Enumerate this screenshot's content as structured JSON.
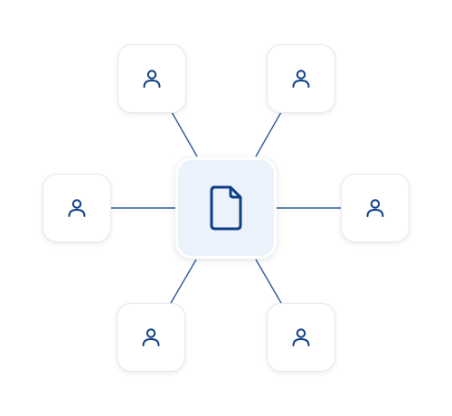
{
  "colors": {
    "icon_stroke": "#0d3f85",
    "connector": "#2c5a94",
    "center_fill": "#ecf2fb",
    "card_fill": "#ffffff"
  },
  "center": {
    "icon": "document-icon"
  },
  "users": [
    {
      "id": "top-left",
      "icon": "user-icon"
    },
    {
      "id": "top-right",
      "icon": "user-icon"
    },
    {
      "id": "middle-left",
      "icon": "user-icon"
    },
    {
      "id": "middle-right",
      "icon": "user-icon"
    },
    {
      "id": "bottom-left",
      "icon": "user-icon"
    },
    {
      "id": "bottom-right",
      "icon": "user-icon"
    }
  ]
}
